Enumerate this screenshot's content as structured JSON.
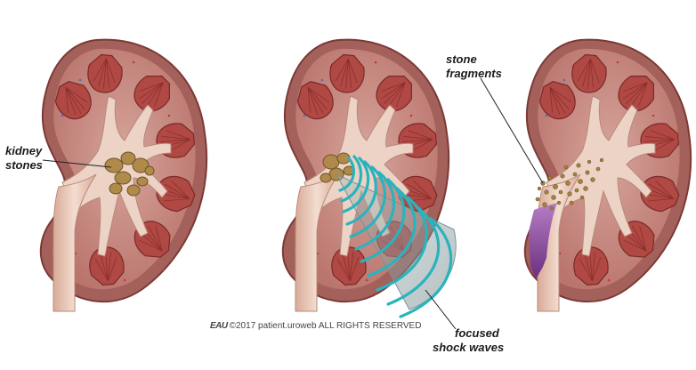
{
  "labels": {
    "kidney_stones": [
      "kidney",
      "stones"
    ],
    "stone_fragments": [
      "stone",
      "fragments"
    ],
    "shock_waves": [
      "focused",
      "shock waves"
    ]
  },
  "copyright": {
    "logo_text": "EAU",
    "text": "©2017 patient.uroweb ALL RIGHTS RESERVED"
  },
  "colors": {
    "kidney_outer": "#a05a55",
    "cortex": "#c98a82",
    "medulla_pyramid": "#b24a45",
    "pelvis": "#ead0c3",
    "ureter": "#e9c7b6",
    "stone": "#b08a4a",
    "shock_wave": "#2ab3bd",
    "fluid": "#7b3a8e"
  },
  "panels": [
    {
      "name": "kidney-with-stones"
    },
    {
      "name": "kidney-shockwave-treatment"
    },
    {
      "name": "kidney-with-fragments"
    }
  ]
}
